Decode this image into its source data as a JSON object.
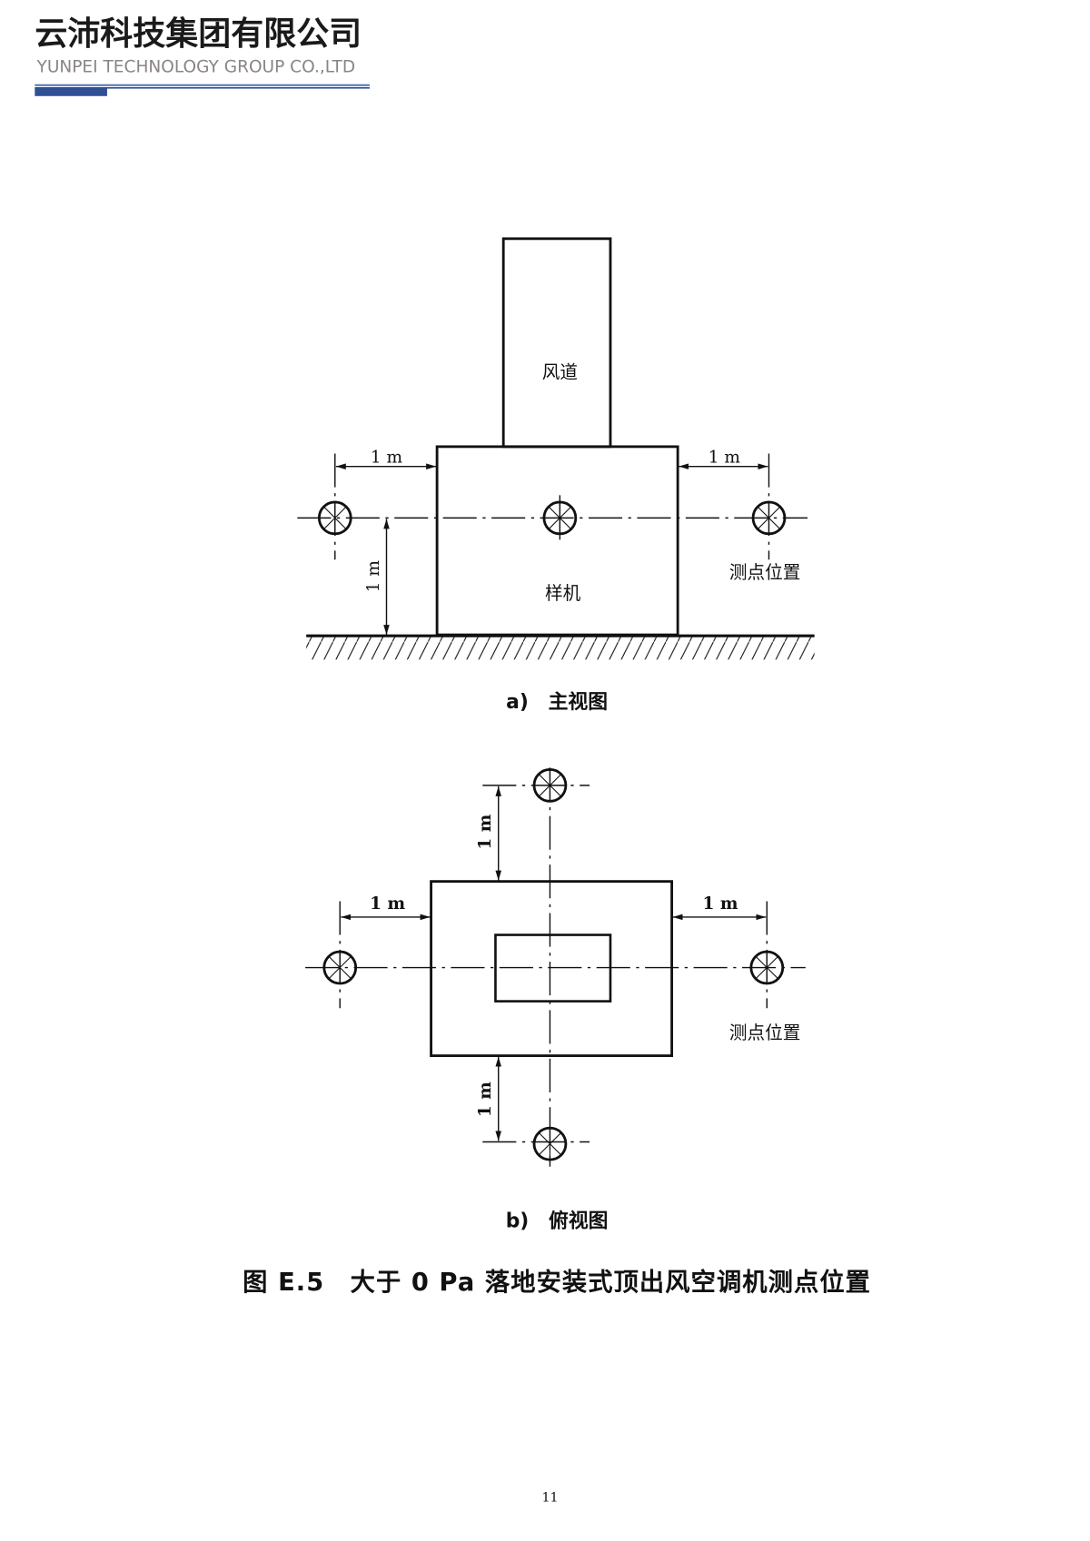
{
  "header": {
    "company_cn": "云沛科技集团有限公司",
    "company_en": "YUNPEI TECHNOLOGY GROUP CO.,LTD",
    "colors": {
      "title": "#1a1a1a",
      "subtitle": "#8a8486",
      "line": "#5b7fc0",
      "block": "#2f4f96"
    }
  },
  "front_view": {
    "duct_label": "风道",
    "unit_label": "样机",
    "point_label": "测点位置",
    "dim_left": "1 m",
    "dim_right": "1 m",
    "dim_height": "1 m",
    "caption": "a)　主视图"
  },
  "top_view": {
    "point_label": "测点位置",
    "dim_left": "1 m",
    "dim_right": "1 m",
    "dim_top": "1 m",
    "dim_bottom": "1 m",
    "caption": "b)　俯视图"
  },
  "figure_caption": "图 E.5　大于 0 Pa 落地安装式顶出风空调机测点位置",
  "page_number": "11"
}
